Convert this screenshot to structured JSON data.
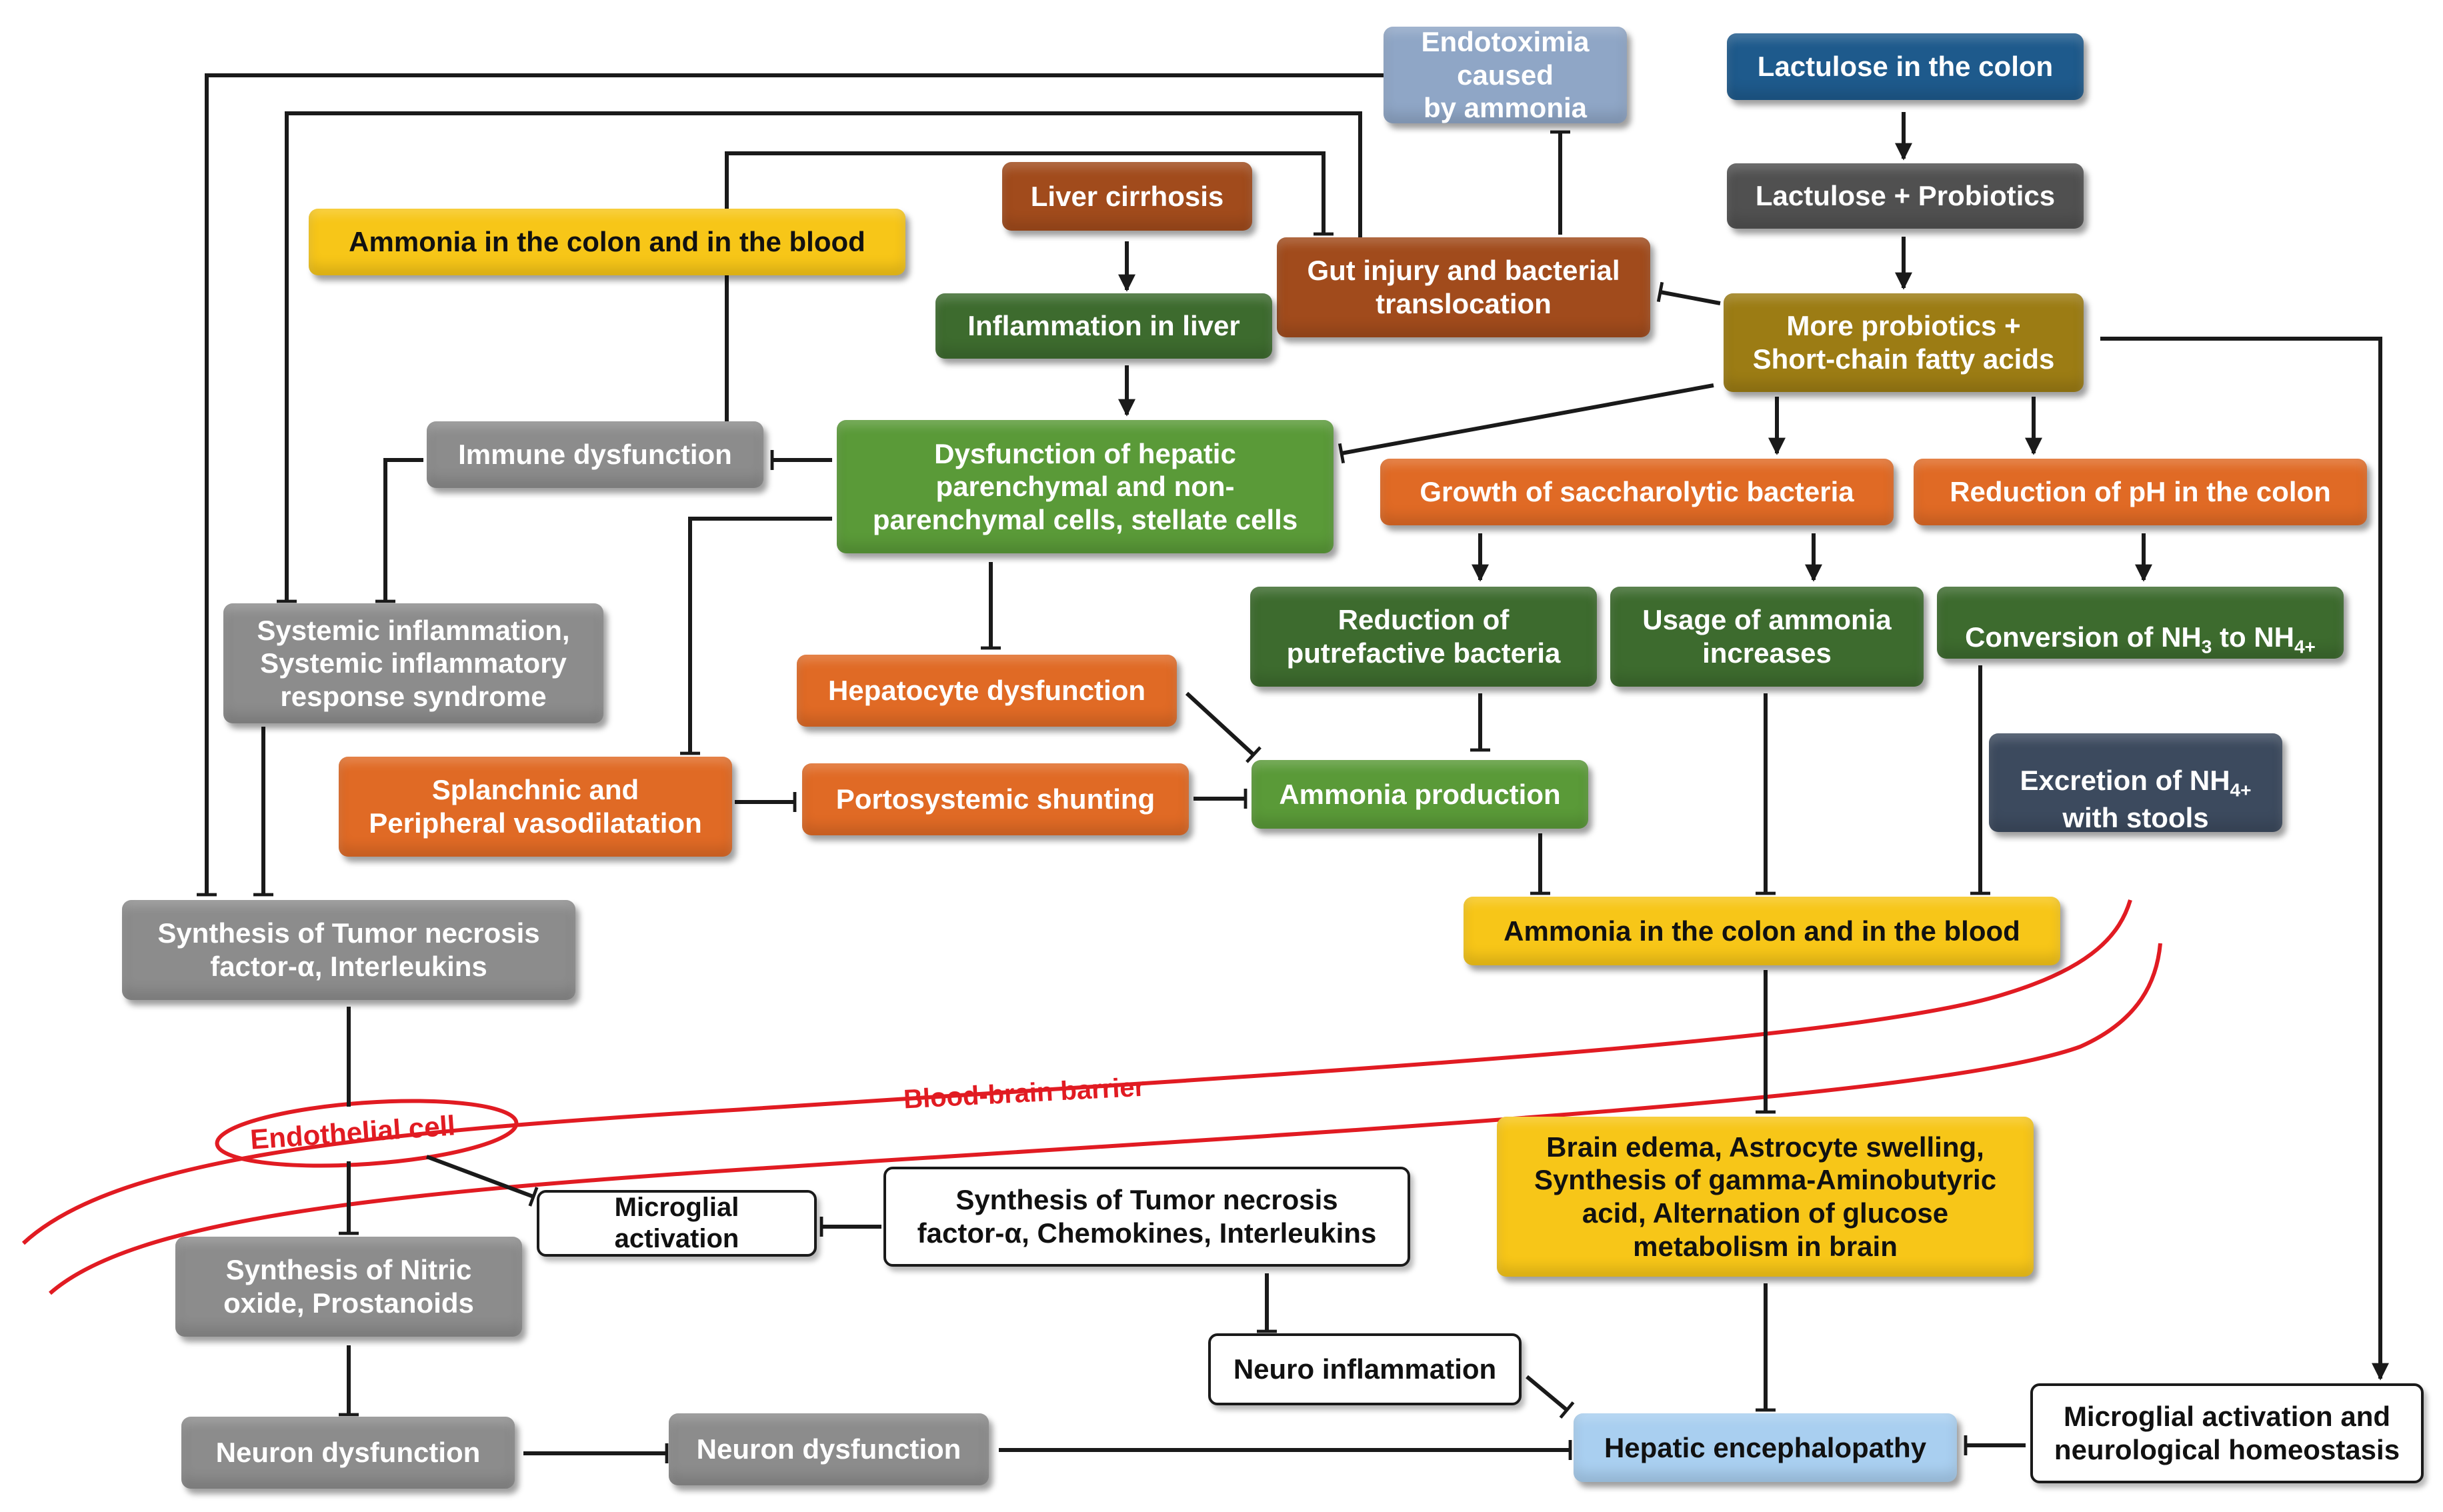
{
  "colors": {
    "slate_blue": "#8fa6c6",
    "navy": "#1e5a8c",
    "charcoal": "#505050",
    "rust": "#a14b1c",
    "olive_gold": "#9c7c14",
    "yellow": "#f7c618",
    "dark_green": "#3d6b2e",
    "green": "#5a9a38",
    "orange": "#e06a25",
    "gray": "#8c8c8c",
    "dark_slate": "#3c4a5e",
    "light_blue": "#a9cff0",
    "barrier_red": "#e11b22",
    "connector": "#1a1a1a"
  },
  "nodes": {
    "endotoximia": "Endotoximia caused\nby ammonia",
    "lactulose_colon": "Lactulose in the colon",
    "lactulose_probiotics": "Lactulose + Probiotics",
    "liver_cirrhosis": "Liver cirrhosis",
    "ammonia_top": "Ammonia in the colon and in the blood",
    "gut_injury": "Gut injury and bacterial\ntranslocation",
    "more_probiotics": "More probiotics +\nShort-chain fatty acids",
    "inflammation_liver": "Inflammation in liver",
    "dysfunction_hepatic": "Dysfunction of hepatic\nparenchymal and non-\nparenchymal cells, stellate cells",
    "immune_dysfunction": "Immune dysfunction",
    "growth_saccharolytic": "Growth of saccharolytic bacteria",
    "reduction_ph": "Reduction of pH in the colon",
    "systemic_inflammation": "Systemic inflammation,\nSystemic inflammatory\nresponse syndrome",
    "hepatocyte_dysfunction": "Hepatocyte dysfunction",
    "reduction_putrefactive": "Reduction of\nputrefactive bacteria",
    "usage_ammonia": "Usage of ammonia\nincreases",
    "conversion_prefix": "Conversion of NH",
    "conversion_sub3": "3",
    "conversion_mid": " to NH",
    "conversion_sub4": "4+",
    "splanchnic": "Splanchnic and\nPeripheral vasodilatation",
    "portosystemic": "Portosystemic shunting",
    "ammonia_production": "Ammonia production",
    "excretion_prefix": "Excretion of NH",
    "excretion_sub": "4+",
    "excretion_suffix": "with stools",
    "synthesis_tnf_left": "Synthesis of Tumor necrosis\nfactor-α, Interleukins",
    "ammonia_bottom": "Ammonia in the colon and in the blood",
    "endothelial_cell": "Endothelial cell",
    "blood_brain_barrier": "Blood-brain barrier",
    "brain_edema": "Brain edema, Astrocyte swelling,\nSynthesis of gamma-Aminobutyric\nacid, Alternation of glucose\nmetabolism in brain",
    "microglial_activation": "Microglial activation",
    "synthesis_tnf_mid": "Synthesis of Tumor necrosis\nfactor-α, Chemokines, Interleukins",
    "synthesis_nitric": "Synthesis of Nitric\noxide, Prostanoids",
    "neuro_inflammation": "Neuro inflammation",
    "neuron_dysfunction_1": "Neuron dysfunction",
    "neuron_dysfunction_2": "Neuron dysfunction",
    "hepatic_encephalopathy": "Hepatic encephalopathy",
    "microglial_homeostasis": "Microglial activation and\nneurological homeostasis"
  }
}
